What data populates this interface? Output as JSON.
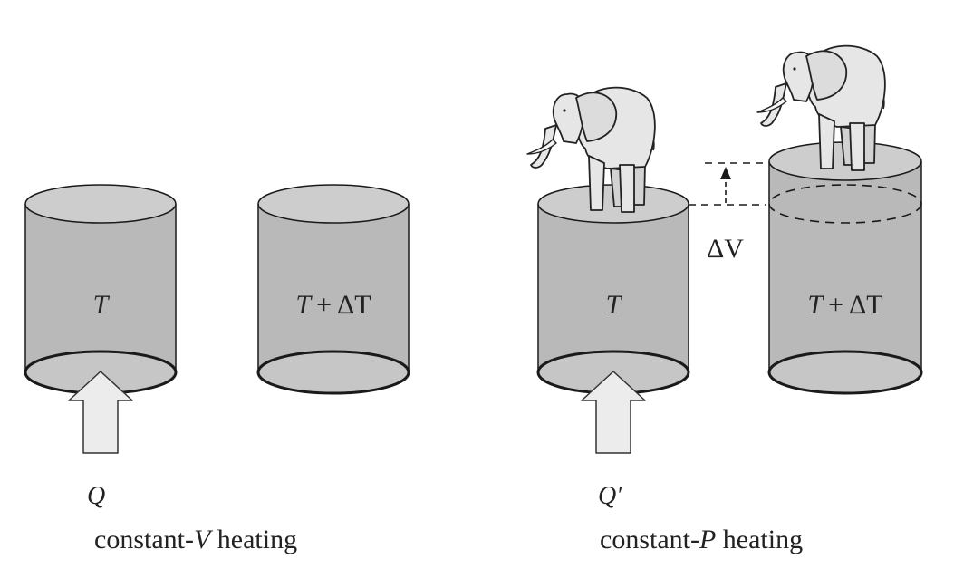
{
  "colors": {
    "body": "#b9b9b9",
    "top": "#cdcdcd",
    "bottom": "#c4c4c4",
    "outline": "#1a1a1a",
    "arrow": "#ececec",
    "elephant": "#e4e4e4"
  },
  "left_panel": {
    "cylinder_1": {
      "label_var": "T"
    },
    "cylinder_2": {
      "label_var": "T",
      "label_op": "+",
      "label_delta": "ΔT"
    },
    "heat_symbol": "Q",
    "caption_prefix": "constant-",
    "caption_var": "V",
    "caption_suffix": " heating"
  },
  "right_panel": {
    "cylinder_1": {
      "label_var": "T"
    },
    "cylinder_2": {
      "label_var": "T",
      "label_op": "+",
      "label_delta": "ΔT"
    },
    "volume_change": "ΔV",
    "heat_symbol": "Q′",
    "caption_prefix": "constant-",
    "caption_var": "P",
    "caption_suffix": " heating"
  }
}
